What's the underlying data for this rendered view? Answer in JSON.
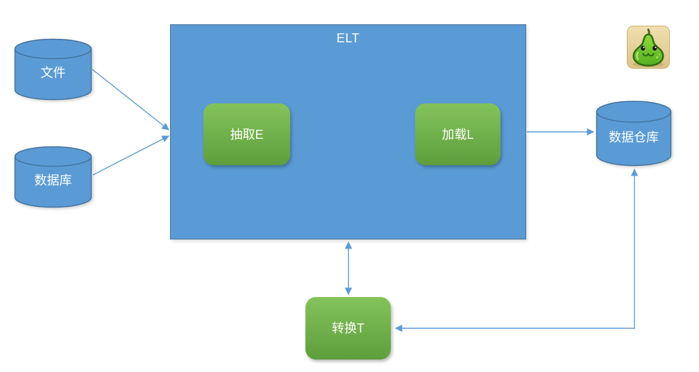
{
  "diagram": {
    "container": {
      "label": "ELT"
    },
    "nodes": {
      "file": {
        "label": "文件",
        "shape": "cylinder"
      },
      "database": {
        "label": "数据库",
        "shape": "cylinder"
      },
      "extract": {
        "label": "抽取E",
        "shape": "rounded-rect"
      },
      "load": {
        "label": "加载L",
        "shape": "rounded-rect"
      },
      "warehouse": {
        "label": "数据仓库",
        "shape": "cylinder"
      },
      "transform": {
        "label": "转换T",
        "shape": "rounded-rect"
      }
    },
    "connections": [
      {
        "from": "file",
        "to": "elt-container",
        "arrow": "end"
      },
      {
        "from": "database",
        "to": "elt-container",
        "arrow": "end"
      },
      {
        "from": "elt-container",
        "to": "warehouse",
        "arrow": "end"
      },
      {
        "from": "elt-container",
        "to": "transform",
        "arrow": "both"
      },
      {
        "from": "warehouse",
        "to": "transform",
        "arrow": "both"
      }
    ],
    "colors": {
      "node_blue": "#5B9BD5",
      "node_blue_border": "#41719C",
      "green_top": "#84C35B",
      "green_bottom": "#5E9E3C",
      "connector": "#5B9BD5",
      "label_text": "#FFFFFF"
    },
    "logo": {
      "name": "pear-mascot"
    }
  }
}
